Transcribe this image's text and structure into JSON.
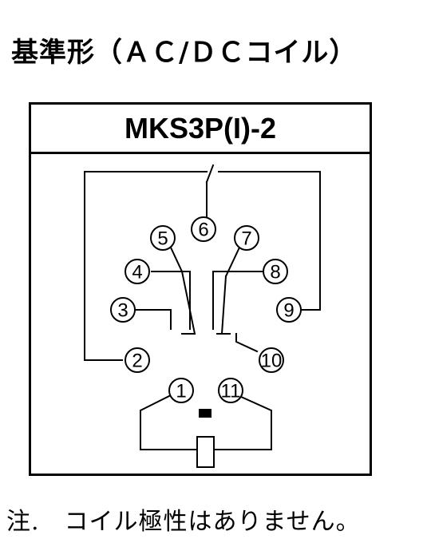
{
  "heading": "基準形（ＡＣ/ＤＣコイル）",
  "model": "MKS3P(I)-2",
  "pins": [
    {
      "id": "1",
      "label": "1"
    },
    {
      "id": "2",
      "label": "2"
    },
    {
      "id": "3",
      "label": "3"
    },
    {
      "id": "4",
      "label": "4"
    },
    {
      "id": "5",
      "label": "5"
    },
    {
      "id": "6",
      "label": "6"
    },
    {
      "id": "7",
      "label": "7"
    },
    {
      "id": "8",
      "label": "8"
    },
    {
      "id": "9",
      "label": "9"
    },
    {
      "id": "10",
      "label": "10"
    },
    {
      "id": "11",
      "label": "11"
    }
  ],
  "note": "注.　コイル極性はありません。"
}
